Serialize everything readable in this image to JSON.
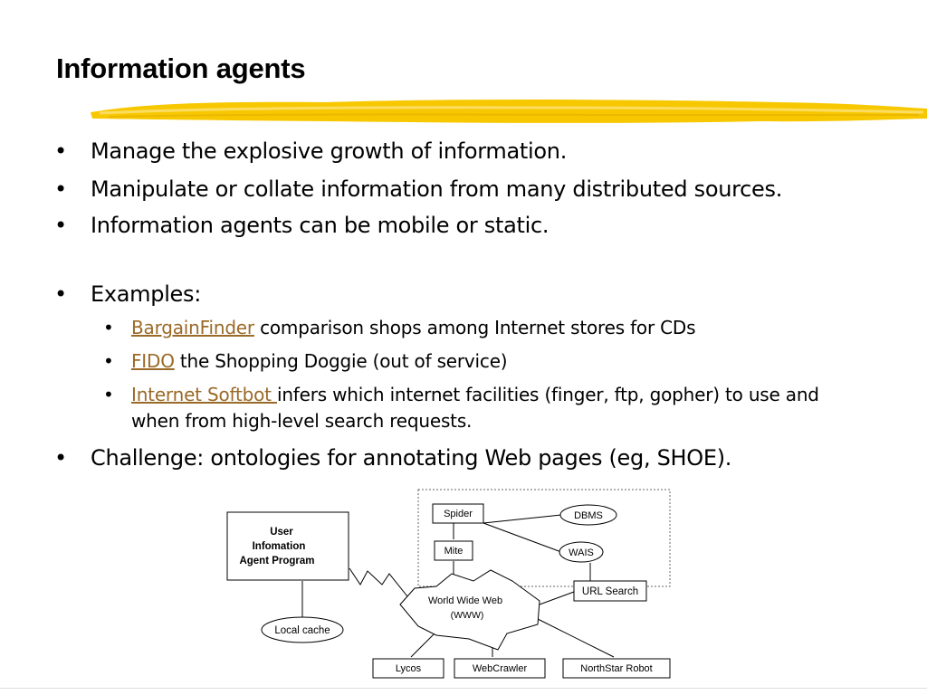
{
  "slide": {
    "title": "Information agents",
    "bullets": [
      "Manage the explosive growth of information.",
      "Manipulate or collate information from many distributed sources.",
      "Information agents can be mobile or static.",
      "Examples:"
    ],
    "examples": [
      {
        "link": "BargainFinder",
        "text": " comparison shops among Internet stores for CDs"
      },
      {
        "link": "FIDO",
        "text": " the Shopping Doggie (out of service)"
      },
      {
        "link": "Internet Softbot ",
        "text": "infers which internet facilities (finger, ftp, gopher) to use and when from high-level search requests."
      }
    ],
    "challenge": "Challenge: ontologies for annotating Web pages (eg, SHOE).",
    "link_color": "#9a6a28",
    "highlight_color": "#f5c400"
  },
  "diagram": {
    "user_agent_lines": [
      "User",
      "Infomation",
      "Agent Program"
    ],
    "local_cache": "Local cache",
    "spider": "Spider",
    "mite": "Mite",
    "dbms": "DBMS",
    "wais": "WAIS",
    "url_search": "URL Search",
    "www_lines": [
      "World Wide Web",
      "(WWW)"
    ],
    "lycos": "Lycos",
    "webcrawler": "WebCrawler",
    "northstar": "NorthStar Robot"
  }
}
